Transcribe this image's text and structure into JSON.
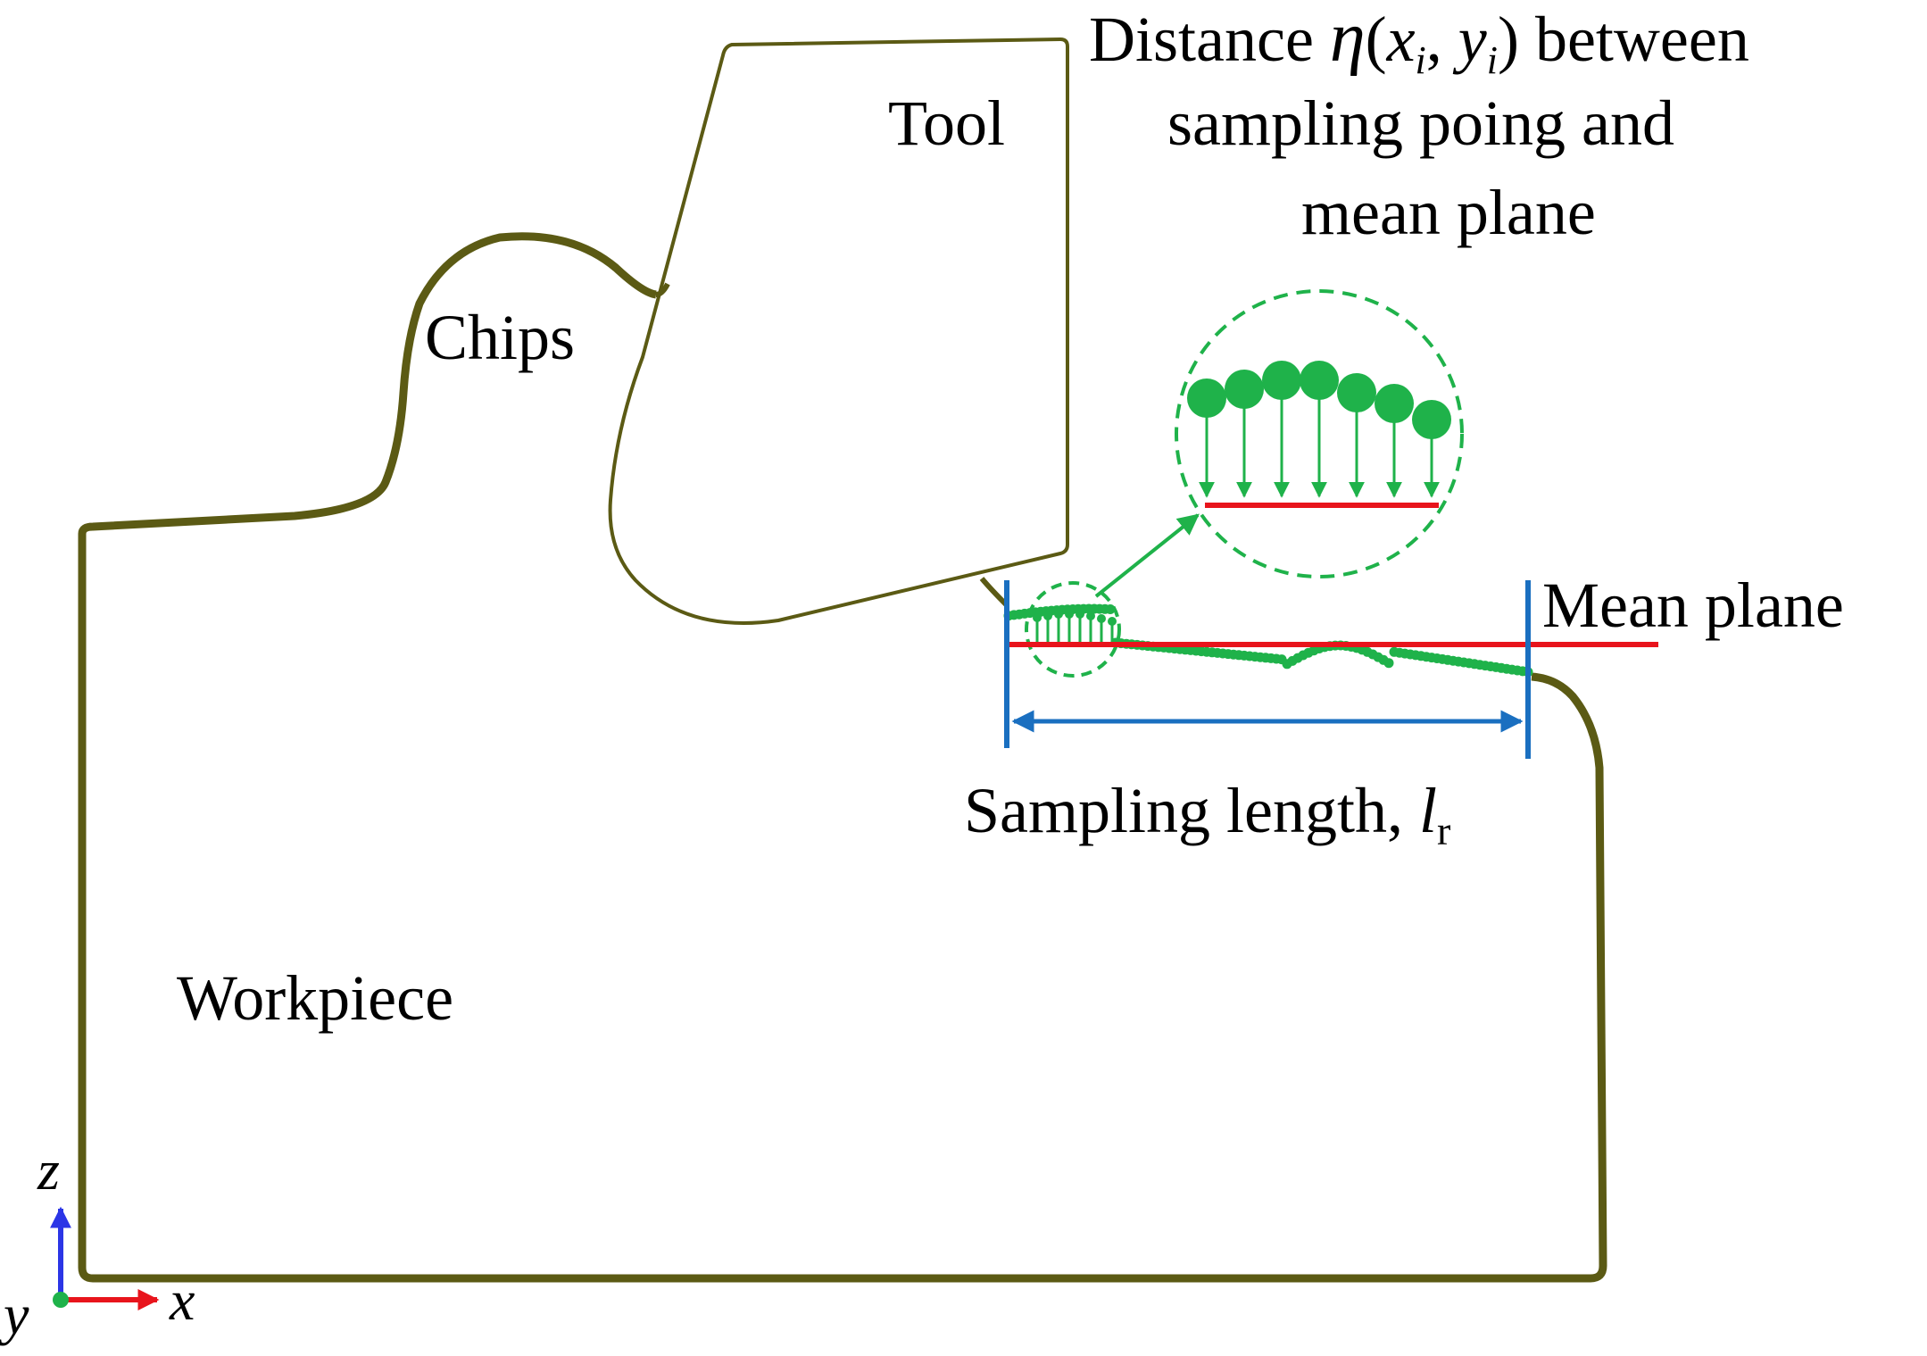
{
  "labels": {
    "tool": "Tool",
    "chips": "Chips",
    "workpiece": "Workpiece",
    "mean_plane": "Mean plane",
    "sampling_length_prefix": "Sampling length, ",
    "sampling_length_symbol": "l",
    "sampling_length_subscript": "r",
    "distance_line1_prefix": "Distance ",
    "distance_eta": "η",
    "distance_open": "(",
    "distance_x": "x",
    "distance_i1": "i",
    "distance_comma": ", ",
    "distance_y": "y",
    "distance_i2": "i",
    "distance_close": ")",
    "distance_line1_suffix": " between",
    "distance_line2": "sampling poing and",
    "distance_line3": "mean plane"
  },
  "axes": {
    "z": "z",
    "x": "x",
    "y": "y"
  },
  "colors": {
    "outline": "#5b5a14",
    "sample": "#1fb24a",
    "mean_plane": "#e8141c",
    "sampling_length": "#1a6fc0",
    "axis_x": "#e8141c",
    "axis_z": "#2b35e6",
    "axis_y": "#1fb24a"
  }
}
